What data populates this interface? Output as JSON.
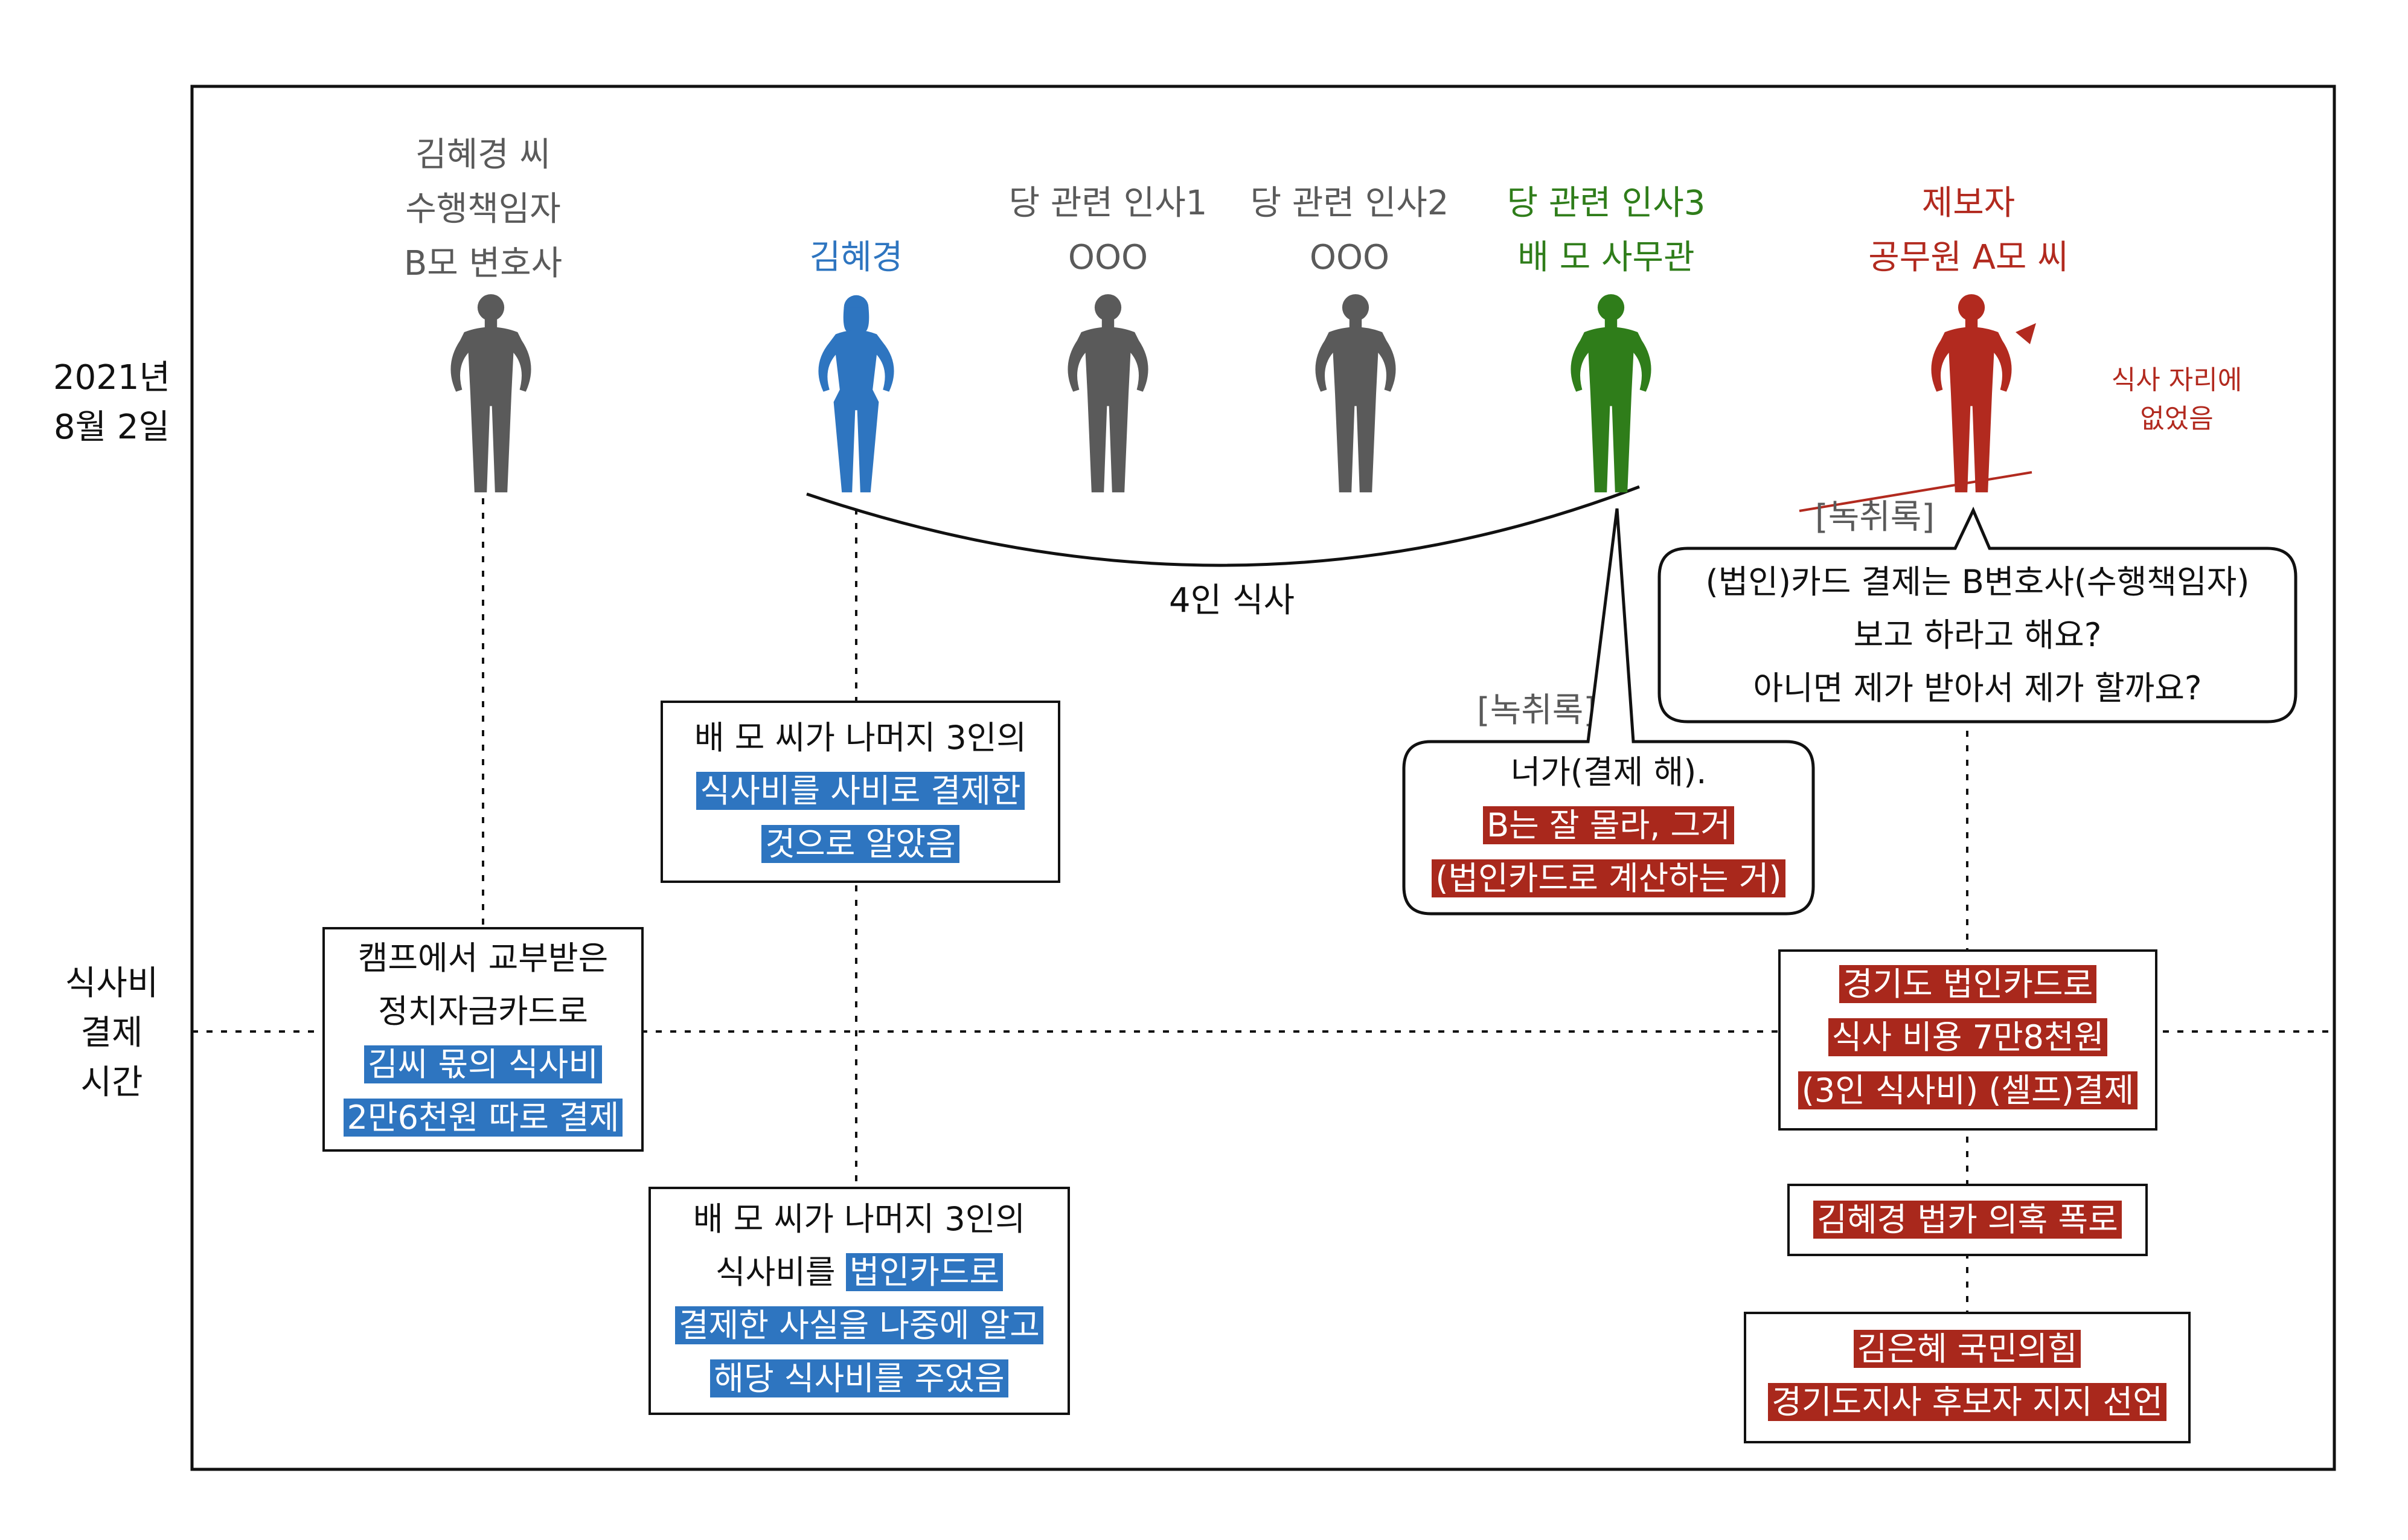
{
  "colors": {
    "gray": "#5a5a5a",
    "blue": "#2e75c0",
    "green": "#2f7d1a",
    "red": "#b22a1f",
    "red_fill": "#a9281c"
  },
  "time_labels": {
    "first": [
      "2021년",
      "8월 2일"
    ],
    "second": [
      "식사비",
      "결제",
      "시간"
    ]
  },
  "people": [
    {
      "lines": [
        "김혜경 씨",
        "수행책임자",
        "B모 변호사"
      ],
      "color": "gray",
      "icon": "person-male-icon"
    },
    {
      "lines": [
        "김혜경"
      ],
      "color": "blue",
      "icon": "person-female-icon"
    },
    {
      "lines": [
        "당 관련 인사1",
        "OOO"
      ],
      "color": "gray",
      "icon": "person-male-icon"
    },
    {
      "lines": [
        "당 관련 인사2",
        "OOO"
      ],
      "color": "gray",
      "icon": "person-male-icon"
    },
    {
      "lines": [
        "당 관련 인사3",
        "배 모 사무관"
      ],
      "color": "green",
      "icon": "person-male-icon"
    },
    {
      "lines": [
        "제보자",
        "공무원 A모 씨"
      ],
      "color": "red",
      "icon": "person-male-icon"
    }
  ],
  "annotation": [
    "식사 자리에",
    "없었음"
  ],
  "meal_label": "4인 식사",
  "recording_label": "[녹취록]",
  "bubble_left": [
    "너가(결제 해).",
    "B는 잘 몰라, 그거",
    "(법인카드로 계산하는 거)"
  ],
  "bubble_right": [
    "(법인)카드 결제는 B변호사(수행책임자)",
    "보고 하라고 해요?",
    "아니면 제가 받아서 제가 할까요?"
  ],
  "boxes": {
    "kim_upper": [
      "배 모 씨가 나머지 3인의",
      "식사비를 사비로 결제한",
      "것으로 알았음"
    ],
    "b_lawyer": [
      "캠프에서 교부받은",
      "정치자금카드로",
      "김씨 몫의 식사비",
      "2만6천원 따로 결제"
    ],
    "kim_lower_plain": [
      "배 모 씨가 나머지 3인의",
      "식사비를 "
    ],
    "kim_lower_hl": [
      "법인카드로",
      "결제한 사실을 나중에 알고",
      "해당 식사비를 주었음"
    ],
    "gyeonggi": [
      "경기도 법인카드로",
      "식사 비용 7만8천원",
      "(3인 식사비) (셀프)결제"
    ],
    "expose": "김혜경 법카 의혹 폭로",
    "endorse": [
      "김은혜 국민의힘",
      "경기도지사 후보자 지지 선언"
    ]
  }
}
